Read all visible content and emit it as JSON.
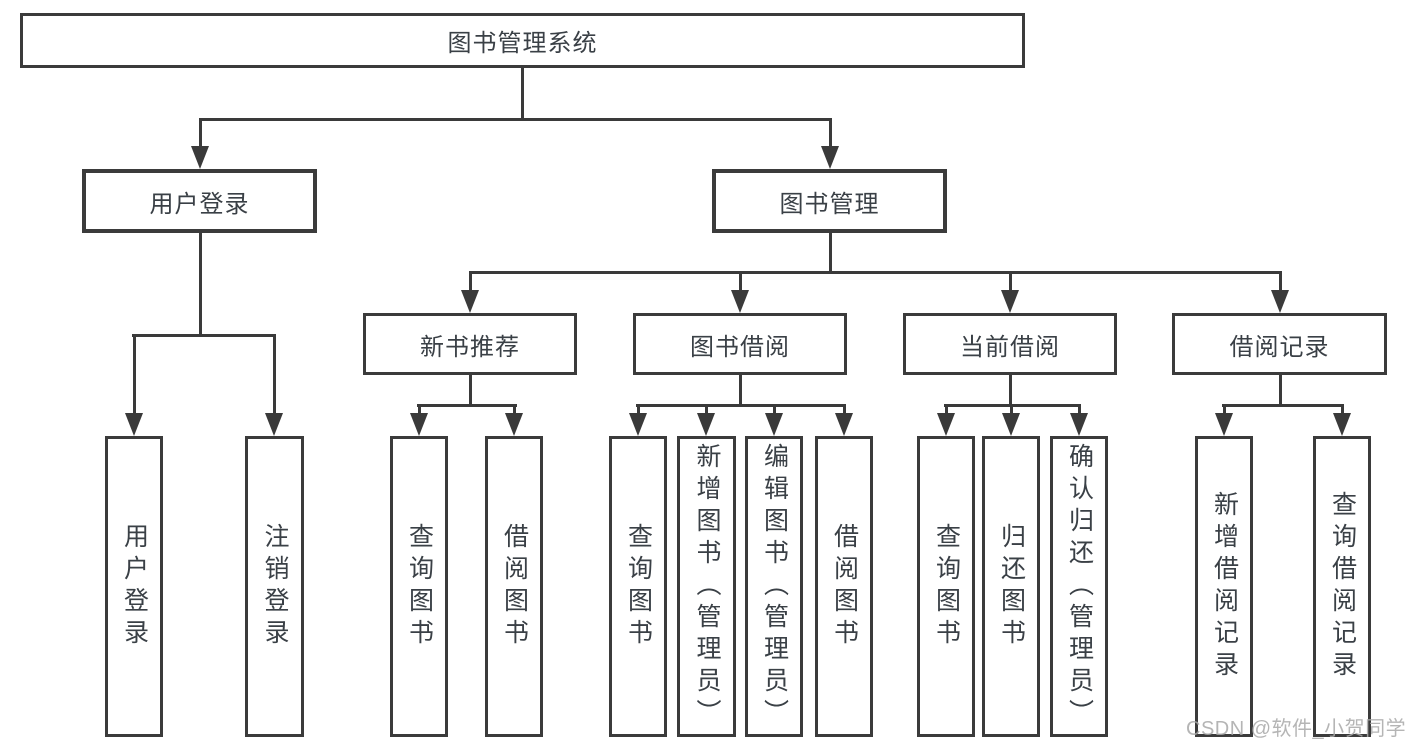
{
  "tree": {
    "root": {
      "label": "图书管理系统"
    },
    "branches": [
      {
        "label": "用户登录",
        "children": [
          {
            "label": "用户登录"
          },
          {
            "label": "注销登录"
          }
        ]
      },
      {
        "label": "图书管理",
        "children": [
          {
            "label": "新书推荐",
            "children": [
              {
                "label": "查询图书"
              },
              {
                "label": "借阅图书"
              }
            ]
          },
          {
            "label": "图书借阅",
            "children": [
              {
                "label": "查询图书"
              },
              {
                "label": "新增图书（管理员）"
              },
              {
                "label": "编辑图书（管理员）"
              },
              {
                "label": "借阅图书"
              }
            ]
          },
          {
            "label": "当前借阅",
            "children": [
              {
                "label": "查询图书"
              },
              {
                "label": "归还图书"
              },
              {
                "label": "确认归还（管理员）"
              }
            ]
          },
          {
            "label": "借阅记录",
            "children": [
              {
                "label": "新增借阅记录"
              },
              {
                "label": "查询借阅记录"
              }
            ]
          }
        ]
      }
    ]
  },
  "watermark": {
    "text": "CSDN @软件_小贺同学"
  },
  "colors": {
    "line": "#3a3a3a",
    "border": "#3b3b3b",
    "text": "#3a4046",
    "watermark": "#a9a9a9",
    "background": "#ffffff"
  }
}
